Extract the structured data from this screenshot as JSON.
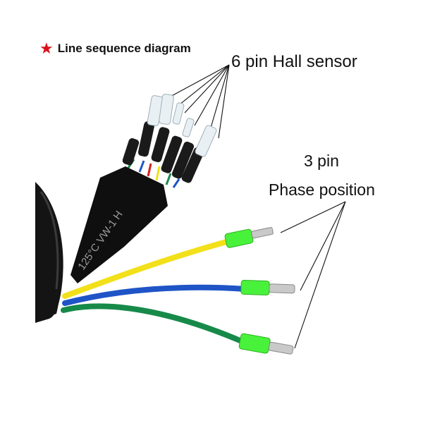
{
  "legend": {
    "icon": "star-icon",
    "icon_color": "#d8101c",
    "text": "Line sequence diagram"
  },
  "hall": {
    "label": "6 pin Hall sensor"
  },
  "phase": {
    "label_line1": "3 pin",
    "label_line2": "Phase position"
  },
  "jacket": {
    "text": "125°C VW-1 H"
  },
  "colors": {
    "cable": "#141414",
    "wire_yellow": "#f2e01a",
    "wire_blue": "#1f54c7",
    "wire_green": "#178a4a",
    "wire_red": "#d42020",
    "connector_green": "#49f23a",
    "hall_housing": "#e9f0f4",
    "metal": "#c9c9c9"
  }
}
